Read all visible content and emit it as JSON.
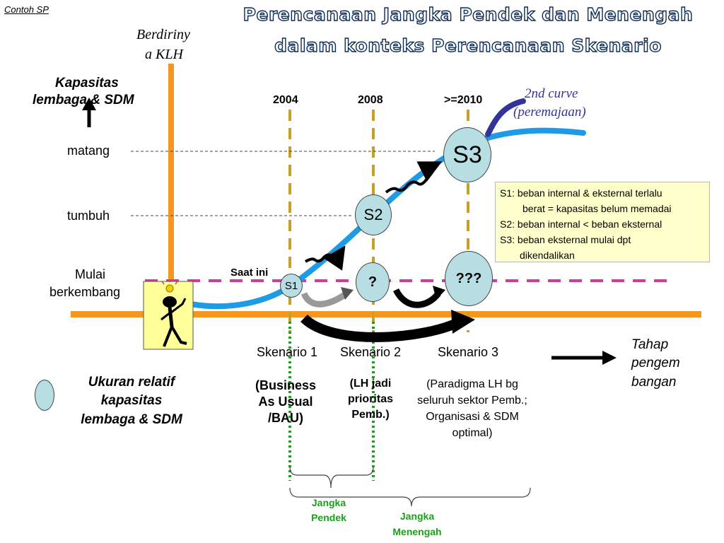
{
  "corner_label": "Contoh SP",
  "title": {
    "line1": "Perencanaan Jangka Pendek dan Menengah",
    "line2": "dalam konteks Perencanaan Skenario"
  },
  "founding_label": {
    "line1": "Berdiriny",
    "line2": "a KLH"
  },
  "y_axis_title": {
    "line1": "Kapasitas",
    "line2": "lembaga & SDM"
  },
  "levels": {
    "mature": "matang",
    "growing": "tumbuh",
    "developing_line1": "Mulai",
    "developing_line2": "berkembang"
  },
  "years": [
    "2004",
    "2008",
    ">=2010"
  ],
  "second_curve": {
    "line1": "2nd curve",
    "line2": "(peremajaan)"
  },
  "current_label": "Saat ini",
  "nodes": {
    "s1": "S1",
    "s2": "S2",
    "s3": "S3",
    "q1": "?",
    "q3": "???"
  },
  "legend_box": {
    "lines": [
      "S1: beban internal & eksternal terlalu",
      "berat = kapasitas belum memadai",
      "S2: beban internal < beban eksternal",
      "S3: beban eksternal mulai dpt",
      "dikendalikan"
    ]
  },
  "scenarios": {
    "s1_title": "Skenario 1",
    "s1_desc": "(Business As Usual /BAU)",
    "s2_title": "Skenario 2",
    "s2_desc": "(LH jadi prioritas Pemb.)",
    "s3_title": "Skenario 3",
    "s3_desc": "(Paradigma LH bg seluruh sektor Pemb.; Organisasi & SDM optimal)"
  },
  "x_axis_title": {
    "line1": "Tahap",
    "line2": "pengem",
    "line3": "bangan"
  },
  "size_legend": {
    "line1": "Ukuran relatif",
    "line2": "kapasitas",
    "line3": "lembaga & SDM"
  },
  "terms": {
    "short_line1": "Jangka",
    "short_line2": "Pendek",
    "medium_line1": "Jangka",
    "medium_line2": "Menengah"
  },
  "colors": {
    "orange": "#f5961e",
    "blue_curve": "#1e9be6",
    "navy_curve": "#33339a",
    "magenta_dash": "#d03c9c",
    "gold_dash": "#c8a028",
    "green_dot": "#1aa01a",
    "legend_bg": "#ffffcc",
    "circle_fill": "#b7dfe3"
  },
  "icons": [
    "thinking-figure-icon",
    "up-arrow-icon",
    "right-arrow-icon",
    "squiggle-arrow-icon",
    "curved-arrow-icon",
    "brace-icon"
  ]
}
